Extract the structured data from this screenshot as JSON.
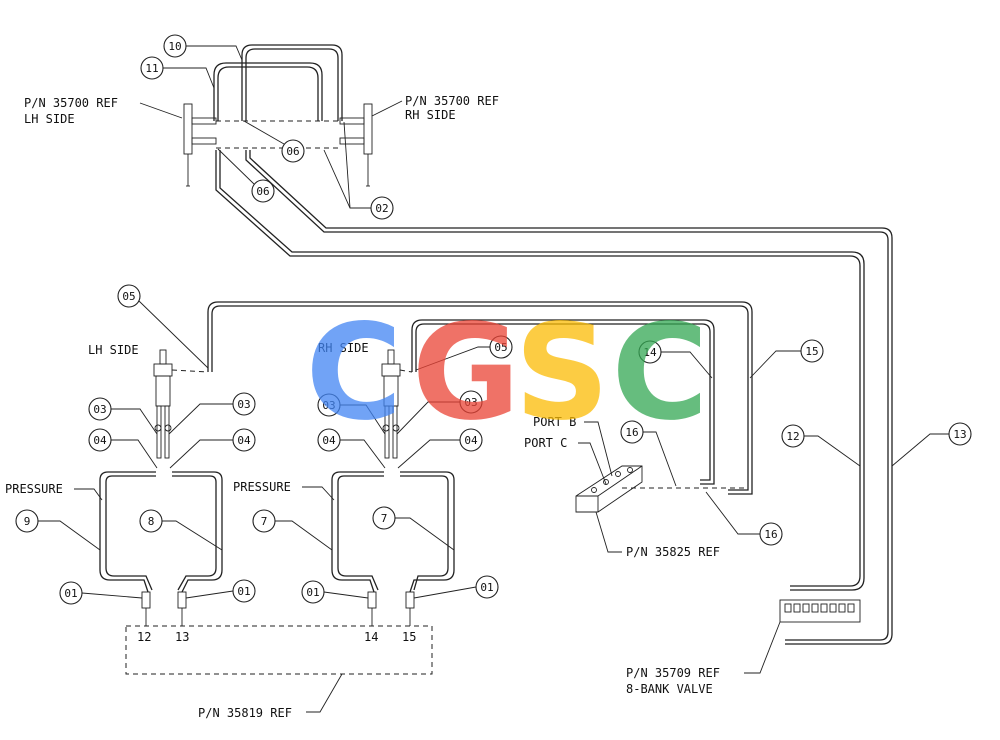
{
  "labels": {
    "top_lh_ref": "P/N 35700 REF",
    "top_lh_side": "LH SIDE",
    "top_rh_ref": "P/N 35700 REF",
    "top_rh_side": "RH SIDE",
    "lh_side": "LH SIDE",
    "rh_side": "RH SIDE",
    "pressure_left": "PRESSURE",
    "pressure_right": "PRESSURE",
    "port_b": "PORT B",
    "port_c": "PORT C",
    "pn_35825": "P/N 35825 REF",
    "pn_35819": "P/N 35819 REF",
    "pn_35709": "P/N 35709 REF",
    "bank_valve": "8-BANK VALVE",
    "port_12": "12",
    "port_13": "13",
    "port_14": "14",
    "port_15": "15"
  },
  "balloons": {
    "b10": "10",
    "b11": "11",
    "b06a": "06",
    "b06b": "06",
    "b02": "02",
    "b05a": "05",
    "b05b": "05",
    "b03a": "03",
    "b03b": "03",
    "b03c": "03",
    "b03d": "03",
    "b04a": "04",
    "b04b": "04",
    "b04c": "04",
    "b04d": "04",
    "b9": "9",
    "b8": "8",
    "b7a": "7",
    "b7b": "7",
    "b01a": "01",
    "b01b": "01",
    "b01c": "01",
    "b01d": "01",
    "b14": "14",
    "b15": "15",
    "b16a": "16",
    "b16b": "16",
    "b12": "12",
    "b13": "13"
  },
  "watermark": {
    "letters": [
      "C",
      "G",
      "S",
      "C"
    ],
    "colors": [
      "#4285F4",
      "#EA4335",
      "#FBBC05",
      "#34A853"
    ]
  }
}
